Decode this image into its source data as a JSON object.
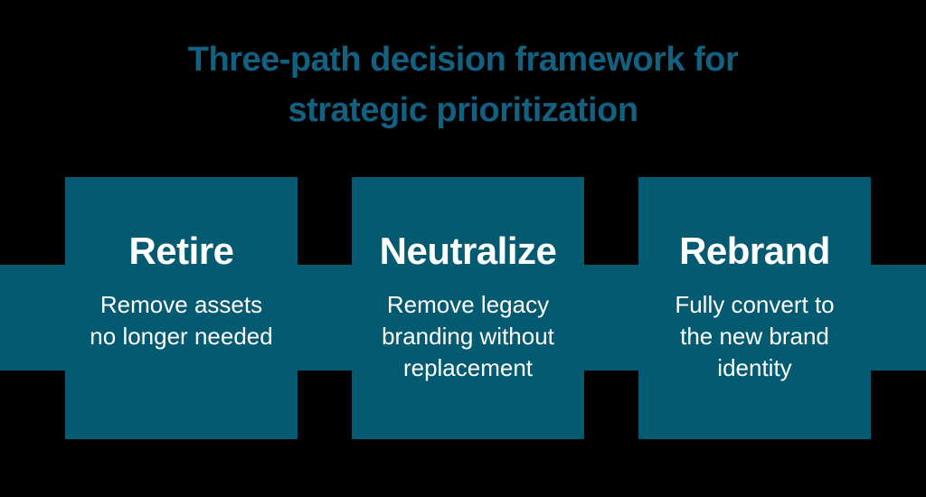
{
  "title": {
    "text": "Three-path decision framework for\nstrategic prioritization"
  },
  "boxes": [
    {
      "title": "Retire",
      "description": "Remove assets\nno longer needed"
    },
    {
      "title": "Neutralize",
      "description": "Remove legacy\nbranding without\nreplacement"
    },
    {
      "title": "Rebrand",
      "description": "Fully convert to\nthe new brand\nidentity"
    }
  ],
  "colors": {
    "background": "#000000",
    "card": "#045A70",
    "band": "#045A70",
    "title_text": "#136180",
    "card_text": "#FFFFFF"
  }
}
